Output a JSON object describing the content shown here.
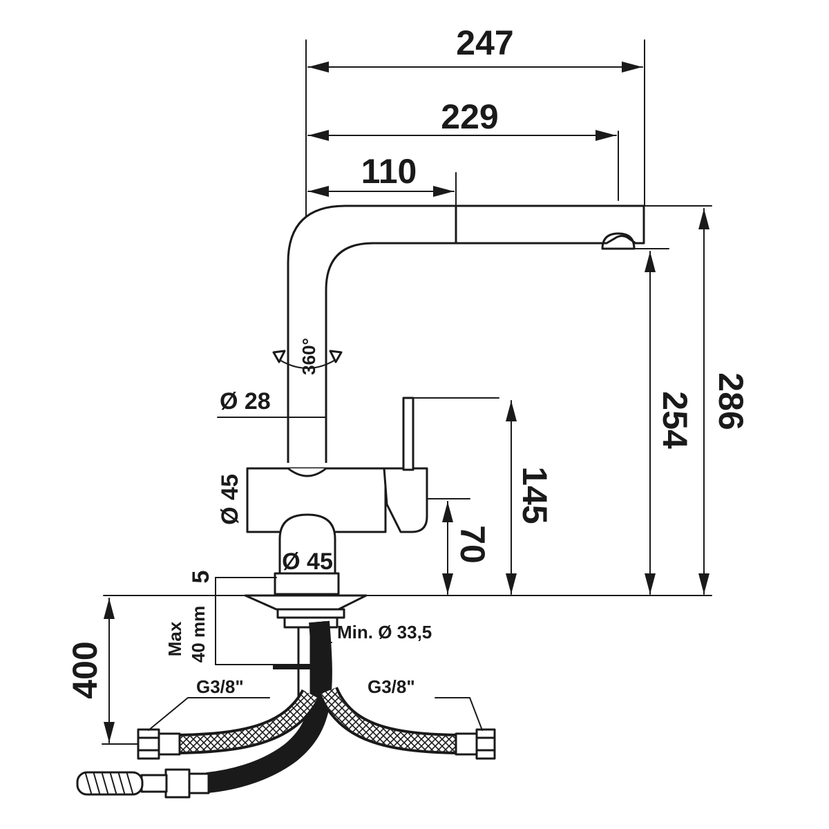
{
  "dimensions": {
    "reach_total": "247",
    "reach_outlet": "229",
    "spout_section": "110",
    "height_total": "286",
    "height_outlet": "254",
    "height_lever": "145",
    "height_body": "70",
    "under_sink_hose": "400",
    "spout_diameter": "Ø 28",
    "body_diameter": "Ø 45",
    "base_diameter": "Ø 45",
    "base_thickness": "5",
    "max_counter_label": "Max",
    "max_counter_value": "40 mm",
    "hole_min": "Min. Ø 33,5",
    "rotation": "360°",
    "connection_left": "G3/8\"",
    "connection_right": "G3/8\""
  },
  "colors": {
    "ink": "#1a1a1a",
    "background": "#ffffff"
  }
}
